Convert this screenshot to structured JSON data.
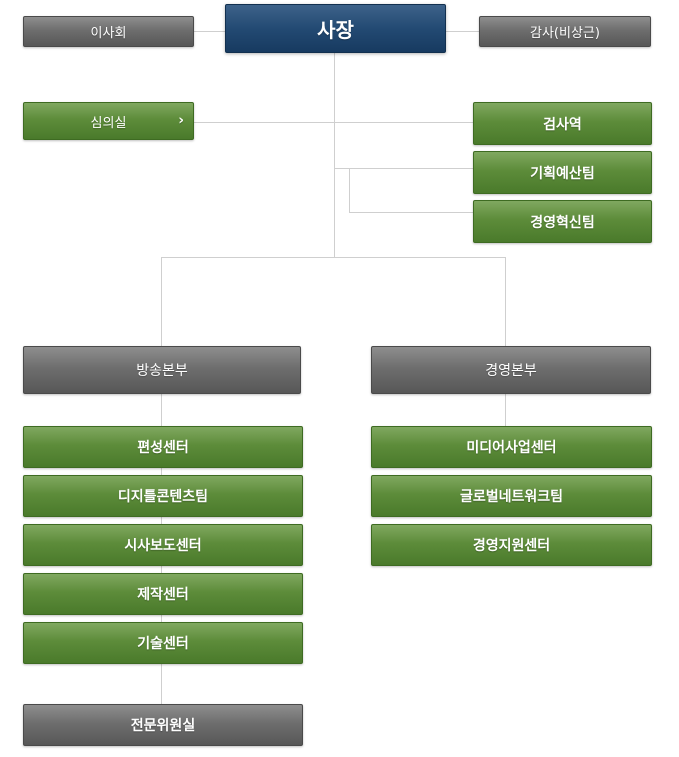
{
  "top": {
    "ceo": "사장",
    "board": "이사회",
    "auditor": "감사(비상근)"
  },
  "left_staff": {
    "label": "심의실",
    "chevron": "›"
  },
  "right_staff": [
    "검사역",
    "기획예산팀",
    "경영혁신팀"
  ],
  "divisions": [
    {
      "label": "방송본부",
      "units": [
        "편성센터",
        "디지틀콘텐츠팀",
        "시사보도센터",
        "제작센터",
        "기술센터"
      ],
      "extra": "전문위원실"
    },
    {
      "label": "경영본부",
      "units": [
        "미디어사업센터",
        "글로벌네트워크팀",
        "경영지원센터"
      ]
    }
  ],
  "colors": {
    "ceo": "#234a73",
    "unit": "#5d8c3a",
    "division": "#6e6e6e",
    "connector": "#cfcfcf"
  }
}
